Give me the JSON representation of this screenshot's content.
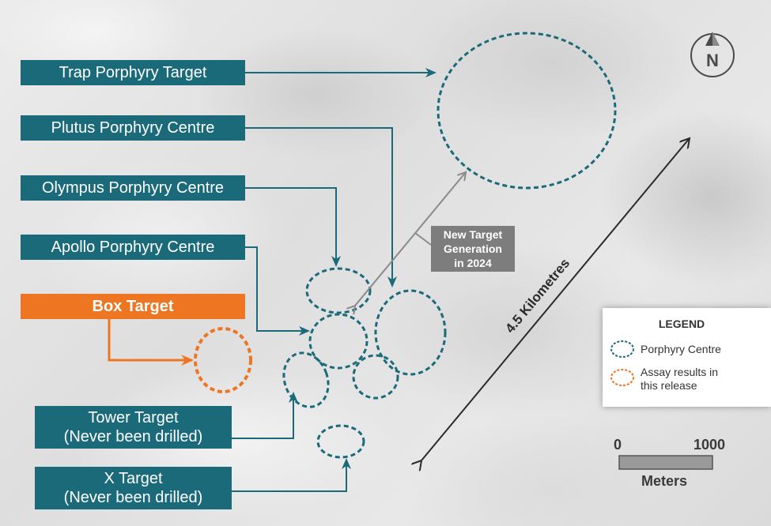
{
  "map": {
    "labels": {
      "trap": "Trap Porphyry Target",
      "plutus": "Plutus Porphyry Centre",
      "olympus": "Olympus Porphyry Centre",
      "apollo": "Apollo Porphyry Centre",
      "box": "Box Target",
      "tower_line1": "Tower Target",
      "tower_line2": "(Never been drilled)",
      "x_line1": "X Target",
      "x_line2": "(Never been drilled)"
    },
    "new_target": {
      "line1": "New Target",
      "line2": "Generation",
      "line3": "in 2024"
    },
    "distance_label": "4.5 Kilometres",
    "north_arrow": "N",
    "legend": {
      "title": "LEGEND",
      "items": [
        {
          "label": "Porphyry Centre",
          "color": "#1a6a7a"
        },
        {
          "label_line1": "Assay results in",
          "label_line2": "this release",
          "color": "#ee7623"
        }
      ]
    },
    "scale_bar": {
      "start": "0",
      "end": "1000",
      "unit": "Meters"
    },
    "colors": {
      "teal": "#1a6a7a",
      "orange": "#ee7623",
      "grey_box": "#7d7d7d"
    }
  }
}
